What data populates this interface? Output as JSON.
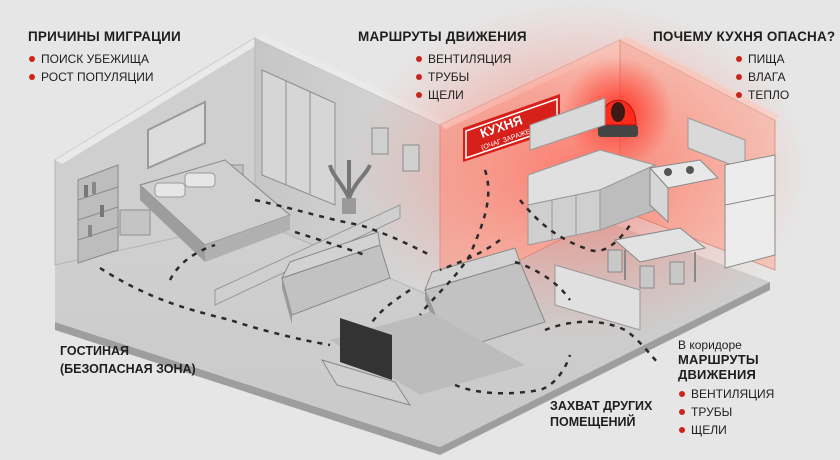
{
  "migration_reasons": {
    "title": "ПРИЧИНЫ МИГРАЦИИ",
    "items": [
      "ПОИСК УБЕЖИЩА",
      "РОСТ ПОПУЛЯЦИИ"
    ]
  },
  "movement_routes": {
    "title": "МАРШРУТЫ ДВИЖЕНИЯ",
    "items": [
      "ВЕНТИЛЯЦИЯ",
      "ТРУБЫ",
      "ЩЕЛИ"
    ]
  },
  "kitchen_danger": {
    "title": "ПОЧЕМУ КУХНЯ ОПАСНА?",
    "items": [
      "ПИЩА",
      "ВЛАГА",
      "ТЕПЛО"
    ]
  },
  "kitchen_sign": {
    "title": "КУХНЯ",
    "subtitle": "(ОЧАГ ЗАРАЖЕНИЯ)"
  },
  "living_room": {
    "line1": "ГОСТИНАЯ",
    "line2": "(БЕЗОПАСНАЯ ЗОНА)"
  },
  "corridor": {
    "intro": "В коридоре",
    "title": "МАРШРУТЫ ДВИЖЕНИЯ",
    "items": [
      "ВЕНТИЛЯЦИЯ",
      "ТРУБЫ",
      "ЩЕЛИ"
    ]
  },
  "capture": {
    "line1": "ЗАХВАТ ДРУГИХ",
    "line2": "ПОМЕЩЕНИЙ"
  },
  "colors": {
    "accent_red": "#c8261c",
    "sign_red": "#d8201a",
    "kitchen_glow": "#ff3a2a",
    "wall_grey": "#bdbdbd"
  }
}
